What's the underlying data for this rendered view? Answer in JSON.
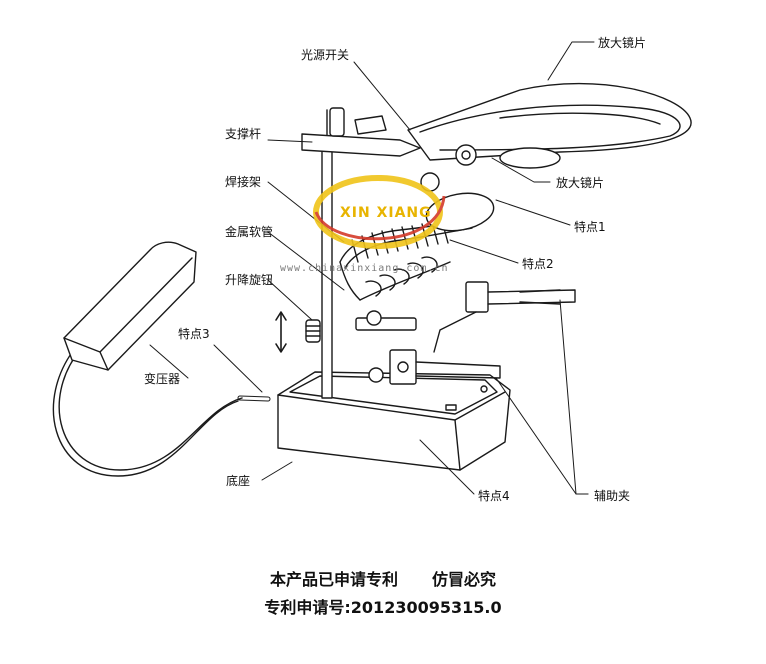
{
  "labels": {
    "light_switch": "光源开关",
    "magnifier_lens_top": "放大镜片",
    "support_rod": "支撑杆",
    "magnifier_lens_side": "放大镜片",
    "solder_stand": "焊接架",
    "feature1": "特点1",
    "metal_hose": "金属软管",
    "feature2": "特点2",
    "lift_knob": "升降旋钮",
    "feature3": "特点3",
    "transformer": "变压器",
    "base": "底座",
    "feature4": "特点4",
    "aux_clamp": "辅助夹"
  },
  "watermark": {
    "brand": "XIN XIANG",
    "url": "www.chinaxinxiang.com.cn"
  },
  "footer": {
    "patent_notice": "本产品已申请专利",
    "warning": "仿冒必究",
    "patent_no": "专利申请号:201230095315.0"
  },
  "colors": {
    "line": "#1a1a1a",
    "logo_ring": "#f0c419",
    "logo_text": "#e8b400",
    "logo_red": "#d43a2a"
  }
}
